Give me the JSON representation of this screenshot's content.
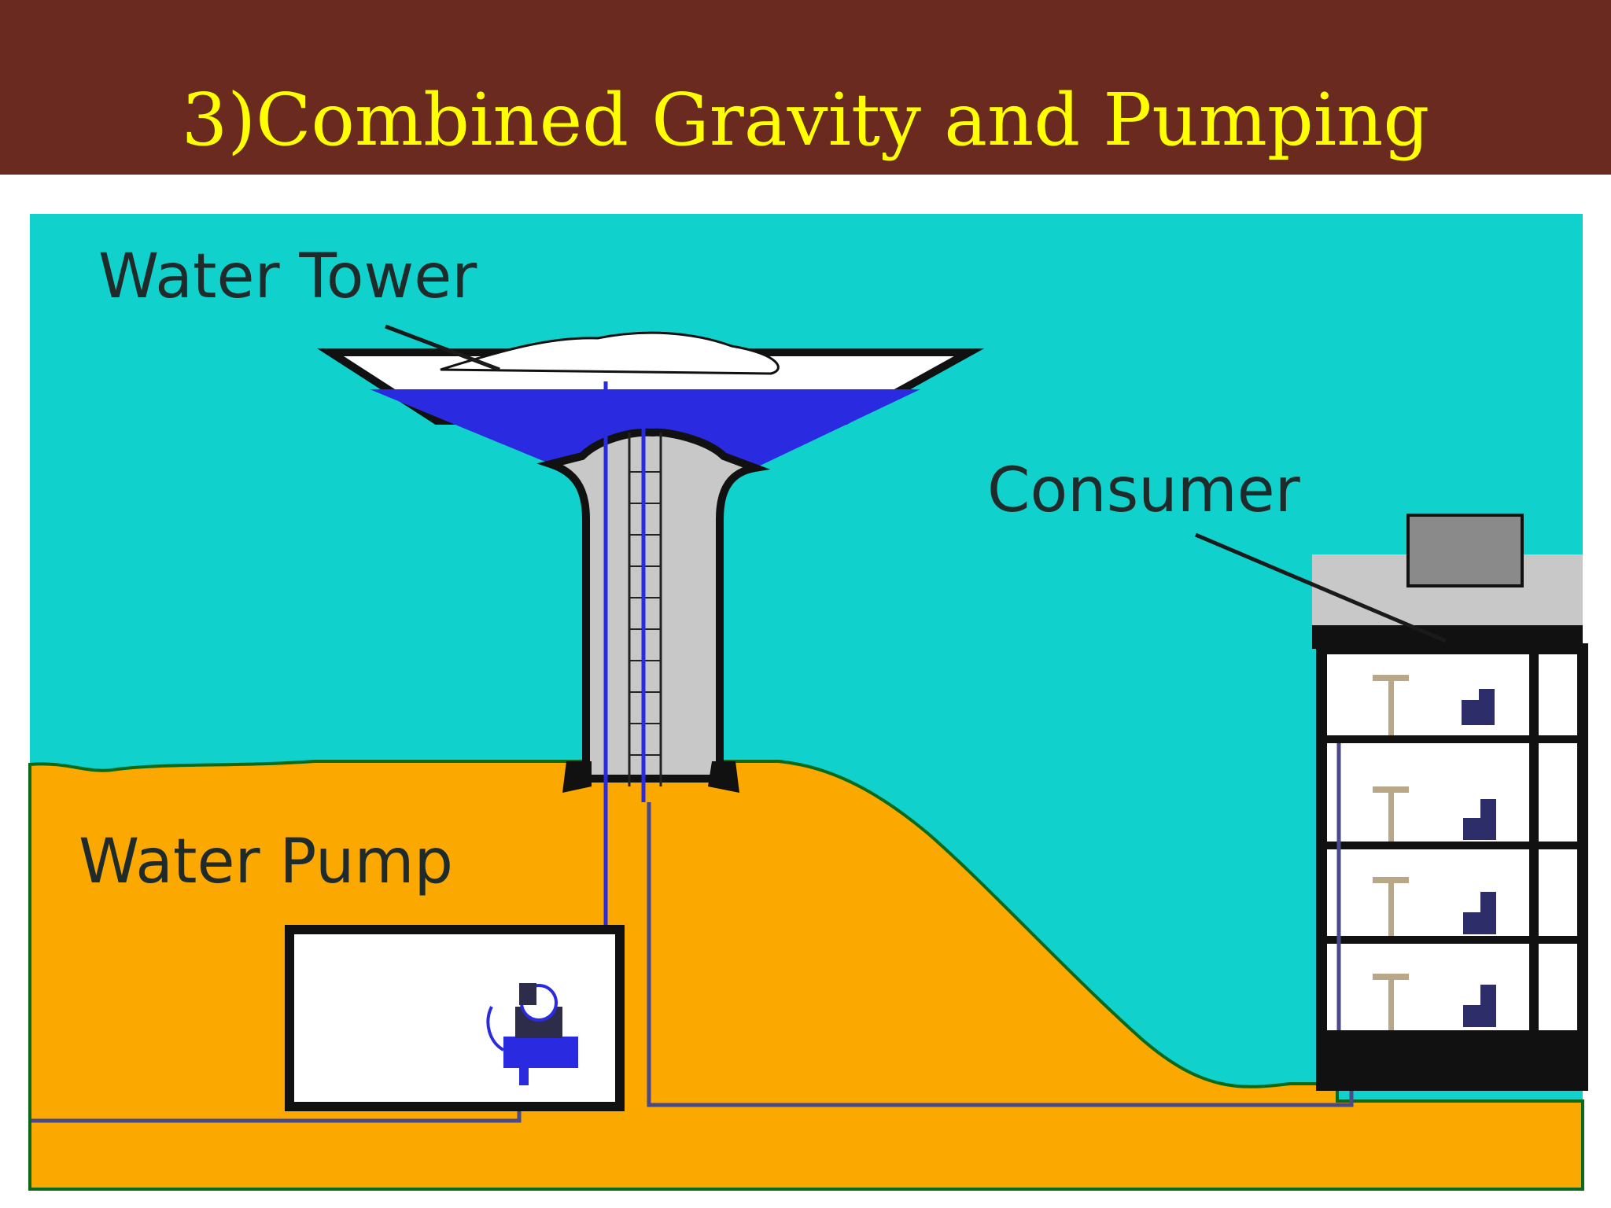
{
  "slide": {
    "title": "3)Combined Gravity and Pumping"
  },
  "diagram": {
    "labels": {
      "water_tower": "Water Tower",
      "consumer": "Consumer",
      "water_pump": "Water Pump"
    },
    "colors": {
      "title_bar": "#6b2a1f",
      "title_text": "#ffff00",
      "sky": "#10d1cc",
      "ground": "#fba800",
      "water": "#2a2be0",
      "tower_grey": "#c8c8c8",
      "pipe": "#4a4a8a"
    }
  }
}
